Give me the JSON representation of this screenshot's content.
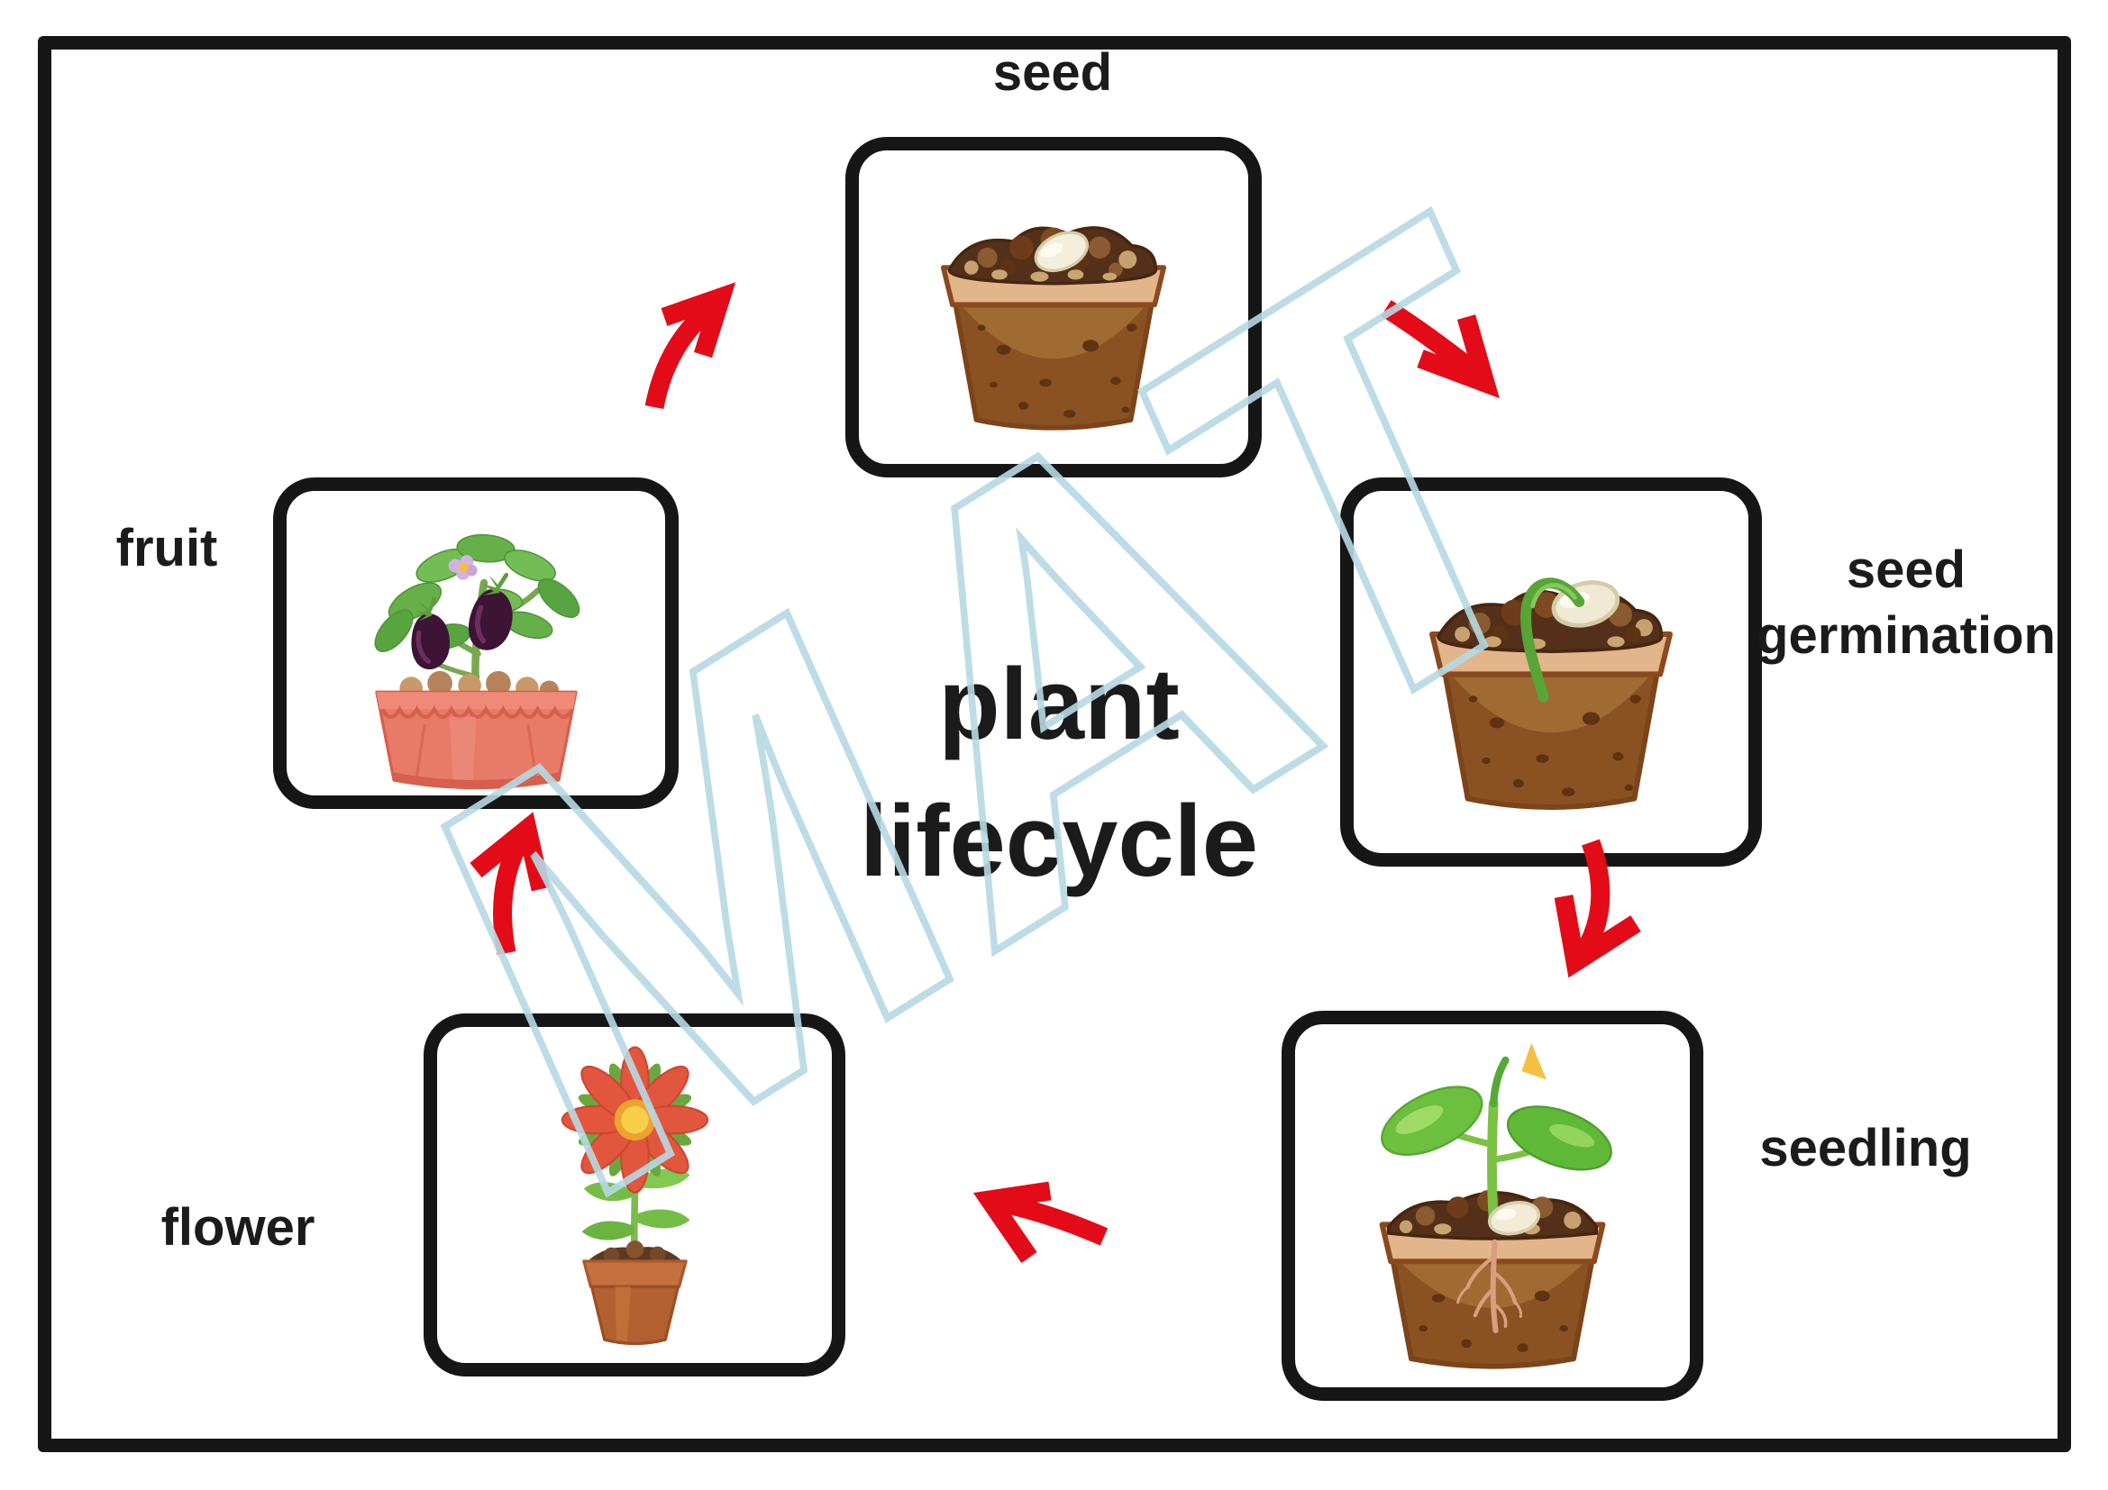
{
  "title": {
    "line1": "plant",
    "line2": "lifecycle"
  },
  "watermark": {
    "text": "MAT"
  },
  "stages": [
    {
      "id": "seed",
      "label": "seed"
    },
    {
      "id": "seed-germination",
      "label_line1": "seed",
      "label_line2": "germination"
    },
    {
      "id": "seedling",
      "label": "seedling"
    },
    {
      "id": "flower",
      "label": "flower"
    },
    {
      "id": "fruit",
      "label": "fruit"
    }
  ],
  "colors": {
    "arrow_red": "#e30b17",
    "watermark_outline": "#b7d9e3",
    "frame_border": "#161616",
    "text": "#1b1b1b",
    "pot_brown": "#9a5f2c",
    "pot_rim_tan": "#e2b58b",
    "soil_dark": "#54301a",
    "seed_cream": "#f4efdc",
    "sprout_green": "#58a436",
    "leaf_green": "#6cbf3f",
    "flower_red": "#e2563e",
    "flower_center_yellow": "#f7cf4a",
    "flower_pot_terracotta": "#b2602f",
    "eggplant_purple": "#3d1336",
    "fruit_pot_salmon": "#e87a68"
  }
}
